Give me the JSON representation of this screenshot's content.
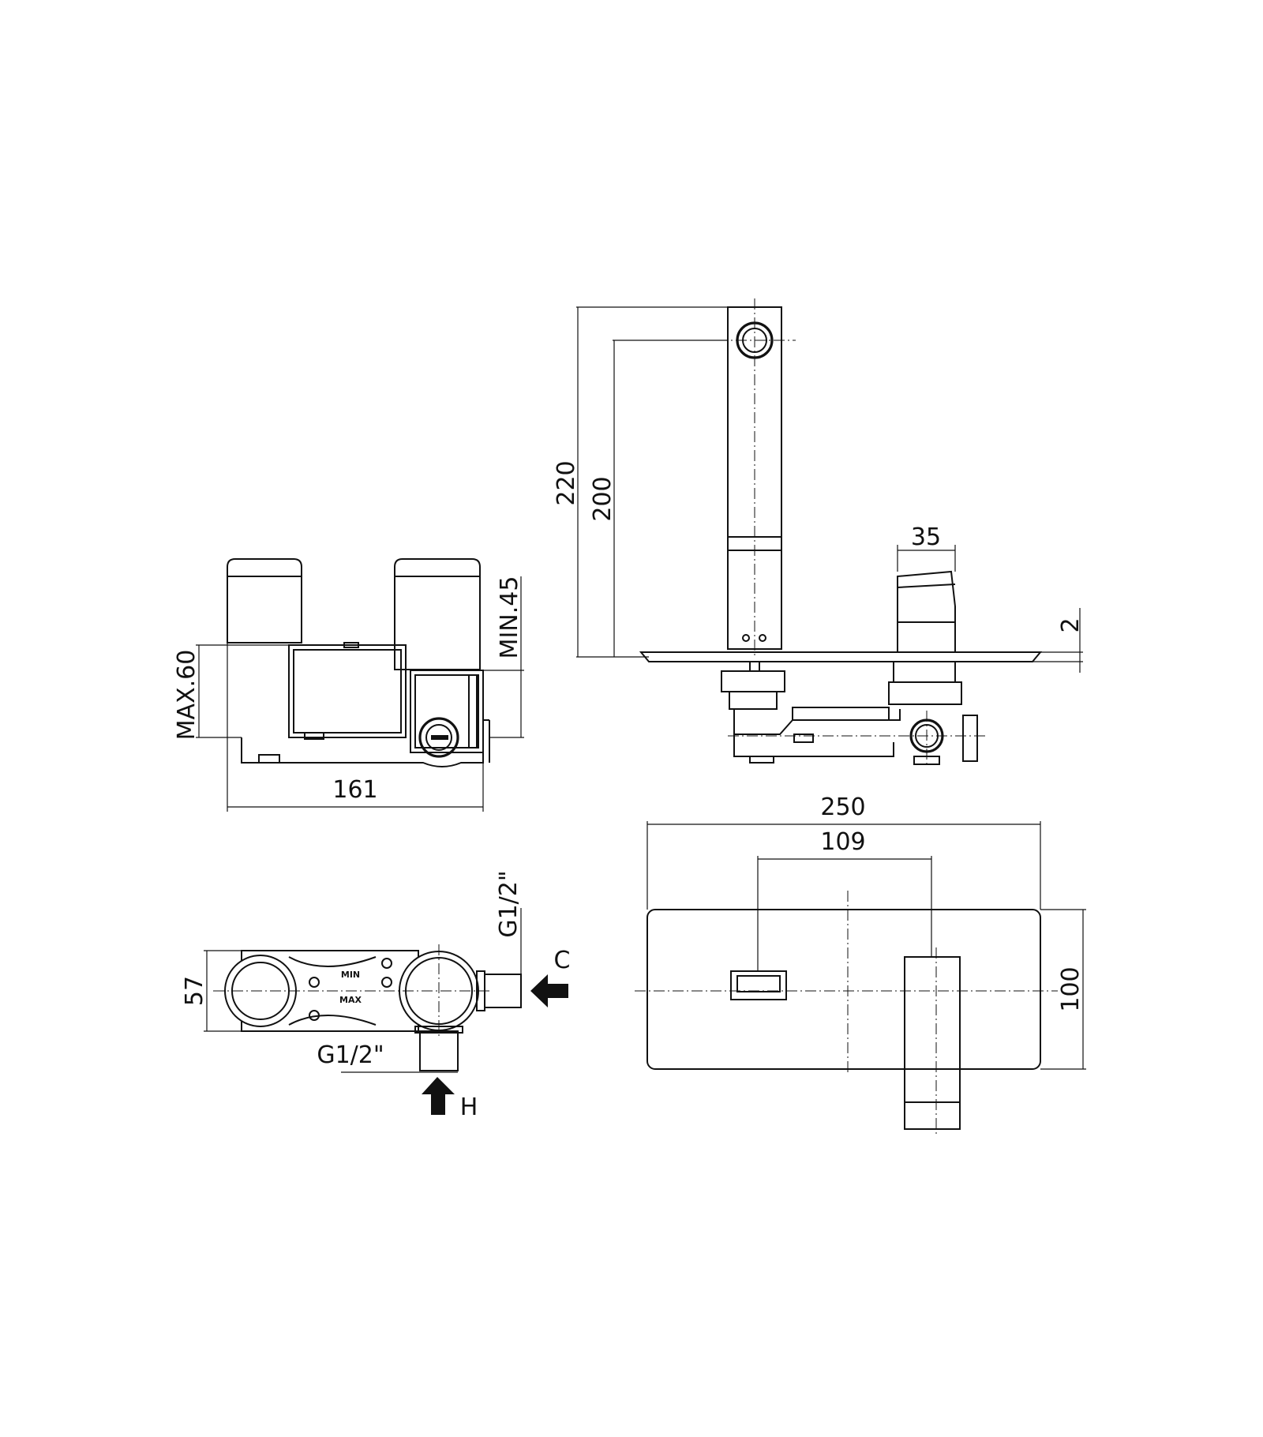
{
  "dimensions": {
    "overall_height": "220",
    "spout_height": "200",
    "handle_width": "35",
    "plate_thickness": "2",
    "max_depth": "MAX.60",
    "min_depth": "MIN.45",
    "body_width": "161",
    "plate_width": "250",
    "centre_distance": "109",
    "plate_height": "100",
    "body_height": "57",
    "cold_thread": "G1/2\"",
    "hot_thread": "G1/2\""
  },
  "inlets": {
    "cold": "C",
    "hot": "H"
  },
  "body_markings": {
    "min": "MIN",
    "max": "MAX"
  }
}
